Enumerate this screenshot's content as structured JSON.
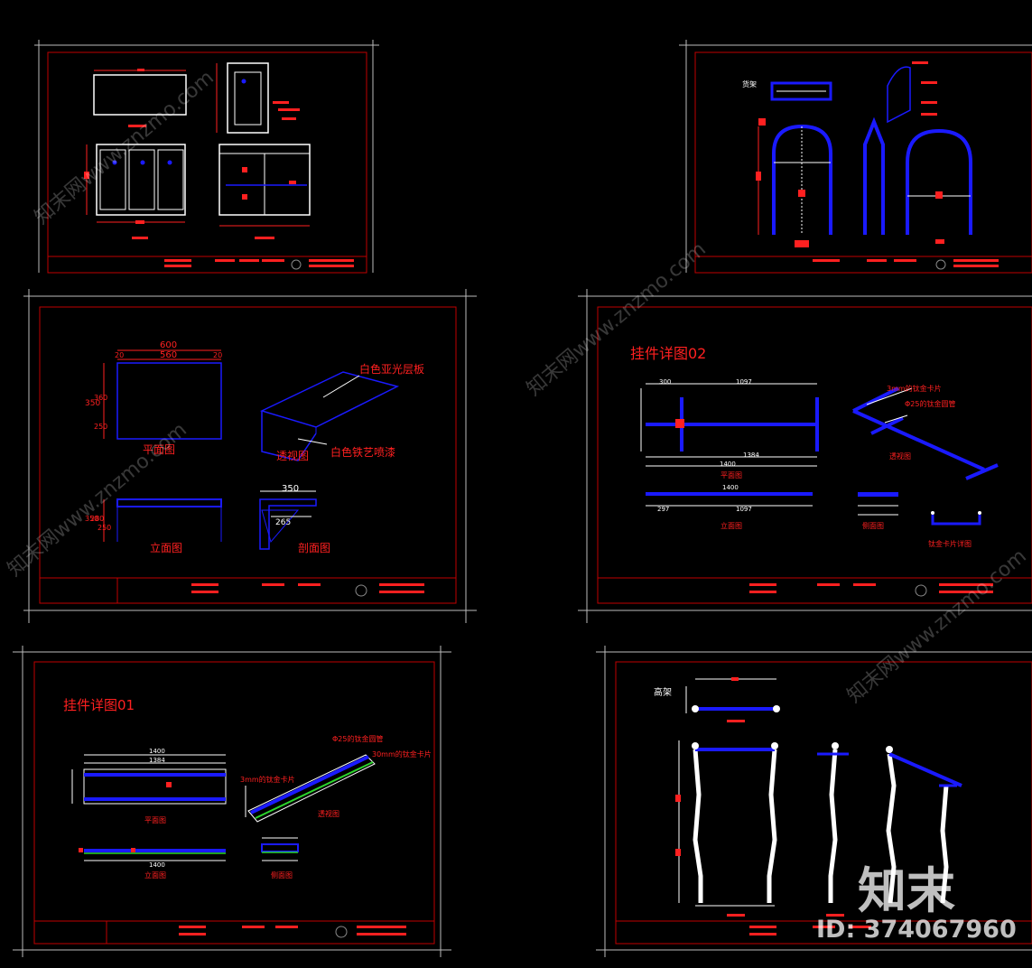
{
  "colors": {
    "background": "#000000",
    "frame_red": "#c00000",
    "cad_white": "#ffffff",
    "dim_red": "#ff2020",
    "member_blue": "#1a1aff",
    "accent_green": "#2bd52b"
  },
  "sheets": [
    {
      "id": "sheet-1",
      "labels": []
    },
    {
      "id": "sheet-2",
      "labels": [
        "货架"
      ]
    },
    {
      "id": "sheet-3",
      "labels": [
        "600",
        "560",
        "20",
        "20",
        "350",
        "360",
        "250",
        "平面图",
        "白色亚光层板",
        "白色铁艺喷漆",
        "透视图",
        "350",
        "280",
        "250",
        "立面图",
        "350",
        "265",
        "剖面图"
      ]
    },
    {
      "id": "sheet-4",
      "title": "挂件详图02",
      "labels": [
        "300",
        "1097",
        "1400",
        "1384",
        "Φ25的钛金圆管",
        "3mm的钛金卡片",
        "平面图",
        "透视图",
        "1400",
        "297",
        "1097",
        "立面图",
        "侧面图",
        "钛金卡片详图"
      ]
    },
    {
      "id": "sheet-5",
      "title": "挂件详图01",
      "labels": [
        "1400",
        "1384",
        "Φ25的钛金圆管",
        "3mm的钛金卡片",
        "30mm的钛金卡片",
        "平面图",
        "透视图",
        "1400",
        "立面图",
        "侧面图"
      ]
    },
    {
      "id": "sheet-6",
      "labels": [
        "高架"
      ]
    }
  ],
  "watermark": {
    "site": "知末网www.znzmo.com",
    "brand": "知末",
    "id_text": "ID: 374067960"
  }
}
